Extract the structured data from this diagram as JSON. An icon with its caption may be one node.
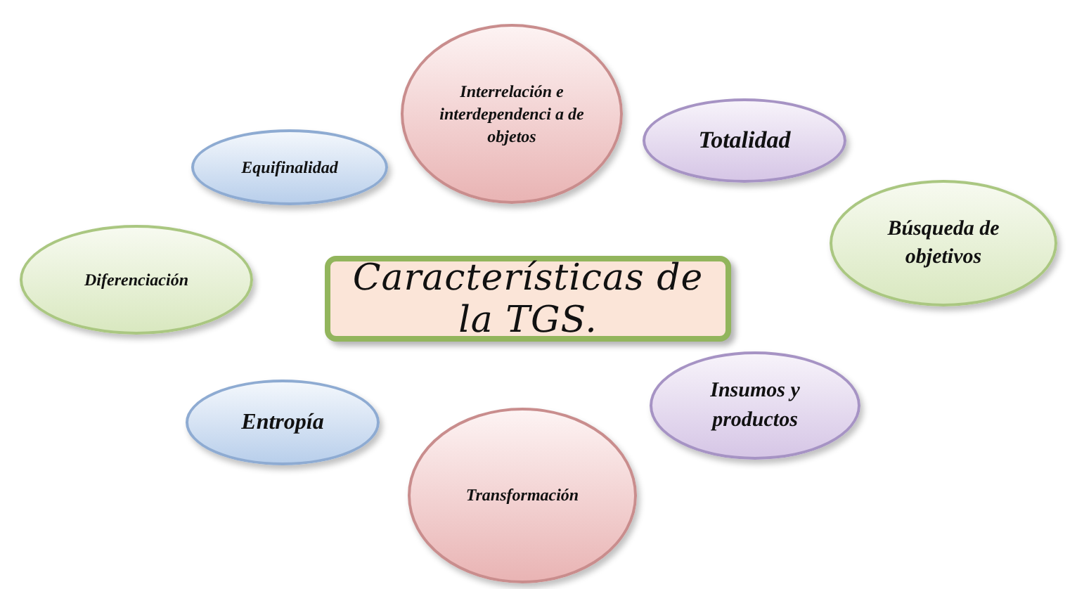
{
  "diagram": {
    "nodes": [
      {
        "text": [
          "Interrelación e interdependenci a de objetos"
        ]
      },
      {
        "text": [
          "Totalidad"
        ]
      },
      {
        "text": [
          "Equifinalidad"
        ]
      },
      {
        "text": [
          "Búsqueda de objetivos"
        ]
      },
      {
        "text": [
          "Diferenciación"
        ]
      },
      {
        "text": [
          "Características de la TGS."
        ]
      },
      {
        "text": [
          "Insumos y productos"
        ]
      },
      {
        "text": [
          "Entropía"
        ]
      },
      {
        "text": [
          "Transformación"
        ]
      }
    ]
  }
}
